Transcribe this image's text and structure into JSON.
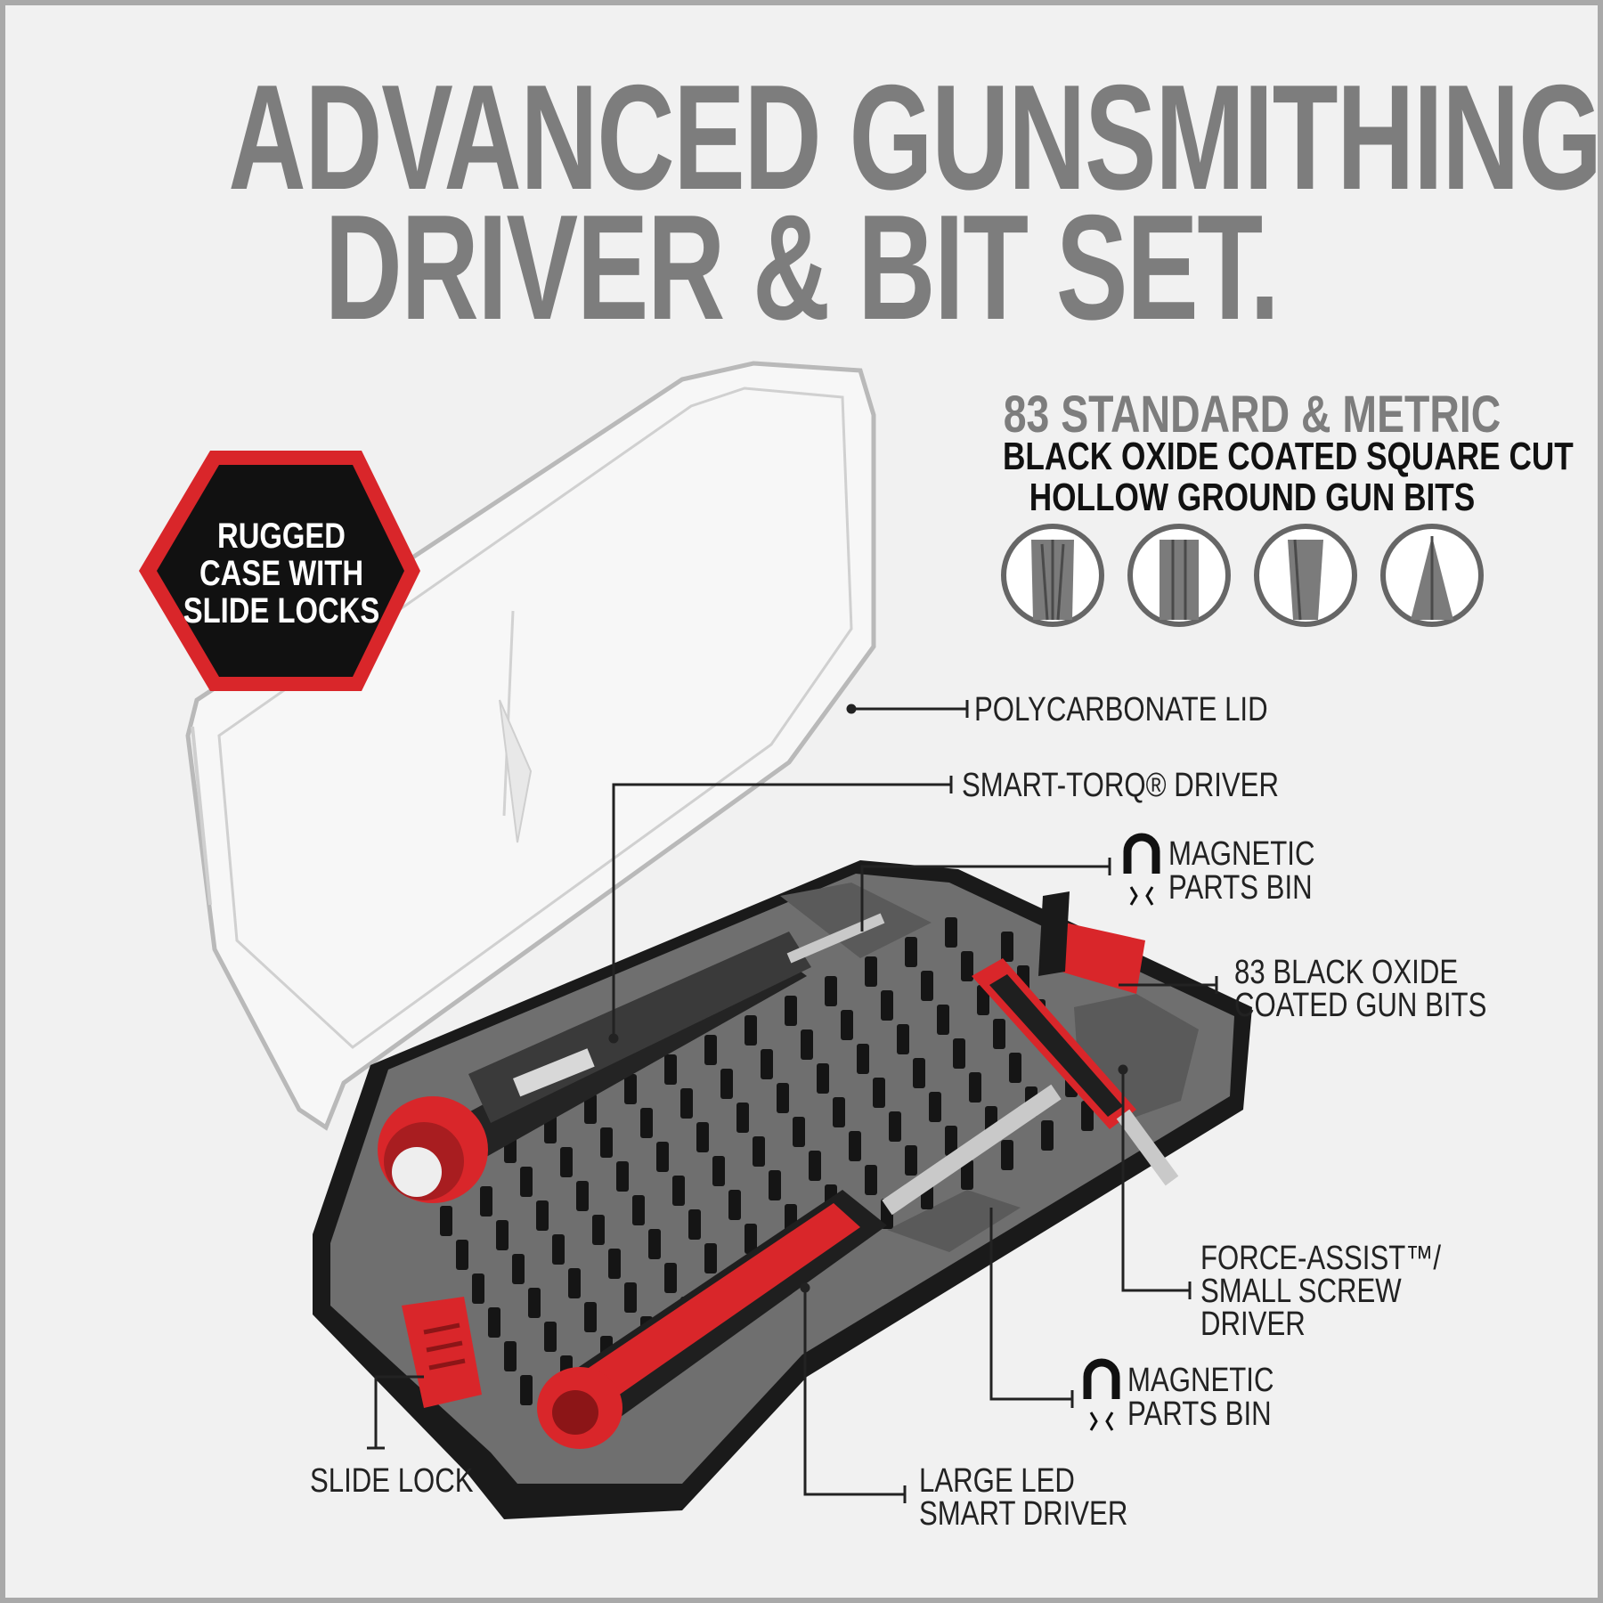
{
  "headline": {
    "line1": "ADVANCED GUNSMITHING",
    "line2": "DRIVER & BIT SET."
  },
  "badge": {
    "lines": [
      "RUGGED",
      "CASE WITH",
      "SLIDE LOCKS"
    ],
    "fill": "#111111",
    "border": "#d9262a"
  },
  "bits_header": {
    "line1": "83 STANDARD & METRIC",
    "line2": "BLACK OXIDE COATED SQUARE CUT",
    "line3": "HOLLOW GROUND GUN BITS"
  },
  "bit_icons": [
    "phillips-bit-icon",
    "hex-bit-icon",
    "flat-bit-icon",
    "torx-bit-icon"
  ],
  "callouts": {
    "polycarbonate_lid": "POLYCARBONATE LID",
    "smart_torq_driver": "SMART-TORQ® DRIVER",
    "magnetic_bin_top": [
      "MAGNETIC",
      "PARTS BIN"
    ],
    "gun_bits": [
      "83 BLACK OXIDE",
      "COATED GUN BITS"
    ],
    "force_assist": [
      "FORCE-ASSIST™/",
      "SMALL SCREW",
      "DRIVER"
    ],
    "magnetic_bin_bottom": [
      "MAGNETIC",
      "PARTS BIN"
    ],
    "slide_lock": "SLIDE LOCK",
    "large_led": [
      "LARGE LED",
      "SMART DRIVER"
    ]
  },
  "colors": {
    "background": "#f1f1f1",
    "headline": "#7d7d7d",
    "accent_red": "#d9262a",
    "case_black": "#1a1a1a",
    "tray_gray": "#6f6f6f"
  }
}
